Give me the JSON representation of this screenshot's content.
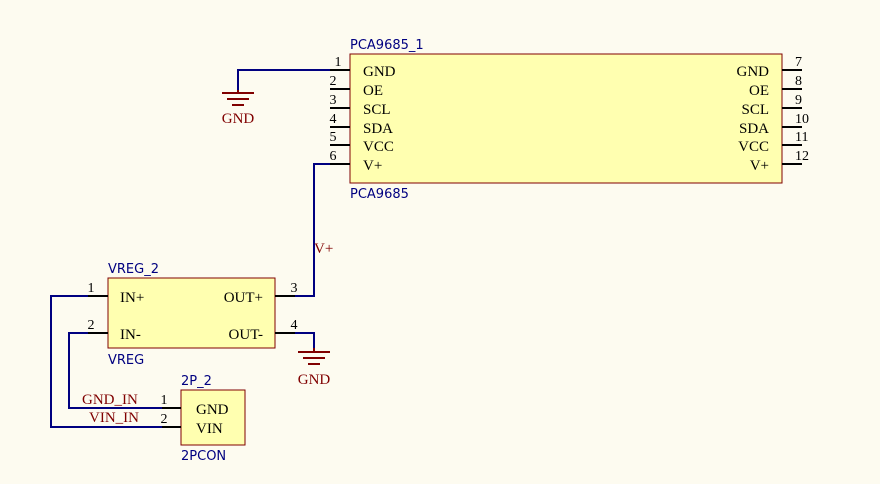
{
  "colors": {
    "background": "#FDFBF0",
    "component_fill": "#FFFFB0",
    "component_border": "#800000",
    "wire": "#000080",
    "designator_text": "#000080",
    "net_label_text": "#800000",
    "pin_text": "#000000"
  },
  "pca9685": {
    "designator": "PCA9685_1",
    "value": "PCA9685",
    "left_pins": [
      {
        "num": "1",
        "name": "GND"
      },
      {
        "num": "2",
        "name": "OE"
      },
      {
        "num": "3",
        "name": "SCL"
      },
      {
        "num": "4",
        "name": "SDA"
      },
      {
        "num": "5",
        "name": "VCC"
      },
      {
        "num": "6",
        "name": "V+"
      }
    ],
    "right_pins": [
      {
        "num": "7",
        "name": "GND"
      },
      {
        "num": "8",
        "name": "OE"
      },
      {
        "num": "9",
        "name": "SCL"
      },
      {
        "num": "10",
        "name": "SDA"
      },
      {
        "num": "11",
        "name": "VCC"
      },
      {
        "num": "12",
        "name": "V+"
      }
    ]
  },
  "vreg": {
    "designator": "VREG_2",
    "value": "VREG",
    "pins": [
      {
        "num": "1",
        "name": "IN+"
      },
      {
        "num": "2",
        "name": "IN-"
      },
      {
        "num": "3",
        "name": "OUT+"
      },
      {
        "num": "4",
        "name": "OUT-"
      }
    ]
  },
  "connector": {
    "designator": "2P_2",
    "value": "2PCON",
    "pins": [
      {
        "num": "1",
        "name": "GND"
      },
      {
        "num": "2",
        "name": "VIN"
      }
    ]
  },
  "power": {
    "gnd_top": "GND",
    "gnd_bottom": "GND"
  },
  "nets": {
    "vplus": "V+",
    "gnd_in": "GND_IN",
    "vin_in": "VIN_IN"
  }
}
